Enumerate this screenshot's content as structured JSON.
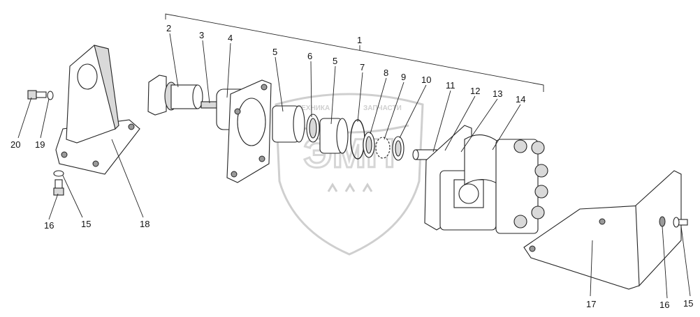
{
  "watermark": {
    "left_text": "ТЕХНИКА",
    "right_text": "ЗАПЧАСТИ",
    "logo_text": "ЭМП"
  },
  "callouts": [
    {
      "id": "c1",
      "text": "1"
    },
    {
      "id": "c2",
      "text": "2"
    },
    {
      "id": "c3",
      "text": "3"
    },
    {
      "id": "c4",
      "text": "4"
    },
    {
      "id": "c5a",
      "text": "5"
    },
    {
      "id": "c6",
      "text": "6"
    },
    {
      "id": "c5b",
      "text": "5"
    },
    {
      "id": "c7",
      "text": "7"
    },
    {
      "id": "c8",
      "text": "8"
    },
    {
      "id": "c9",
      "text": "9"
    },
    {
      "id": "c10",
      "text": "10"
    },
    {
      "id": "c11",
      "text": "11"
    },
    {
      "id": "c12",
      "text": "12"
    },
    {
      "id": "c13",
      "text": "13"
    },
    {
      "id": "c14",
      "text": "14"
    },
    {
      "id": "c20",
      "text": "20"
    },
    {
      "id": "c19",
      "text": "19"
    },
    {
      "id": "c16a",
      "text": "16"
    },
    {
      "id": "c15a",
      "text": "15"
    },
    {
      "id": "c18",
      "text": "18"
    },
    {
      "id": "c17",
      "text": "17"
    },
    {
      "id": "c16b",
      "text": "16"
    },
    {
      "id": "c15b",
      "text": "15"
    }
  ]
}
